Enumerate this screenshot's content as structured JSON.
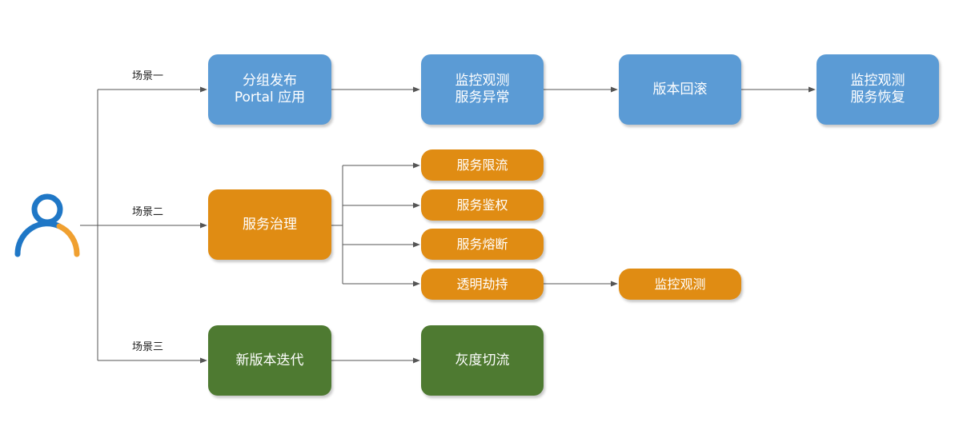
{
  "scenarios": [
    {
      "label": "场景一"
    },
    {
      "label": "场景二"
    },
    {
      "label": "场景三"
    }
  ],
  "nodes": {
    "group_release": {
      "line1": "分组发布",
      "line2": "Portal 应用"
    },
    "monitor_exception": {
      "line1": "监控观测",
      "line2": "服务异常"
    },
    "version_rollback": {
      "line1": "版本回滚"
    },
    "monitor_recovery": {
      "line1": "监控观测",
      "line2": "服务恢复"
    },
    "service_governance": {
      "line1": "服务治理"
    },
    "rate_limit": {
      "line1": "服务限流"
    },
    "auth": {
      "line1": "服务鉴权"
    },
    "circuit_break": {
      "line1": "服务熔断"
    },
    "transparent_hijack": {
      "line1": "透明劫持"
    },
    "monitor": {
      "line1": "监控观测"
    },
    "new_version": {
      "line1": "新版本迭代"
    },
    "gray_switch": {
      "line1": "灰度切流"
    }
  },
  "colors": {
    "blue": "#5b9bd5",
    "orange": "#e08c13",
    "green": "#4e7a31",
    "user_icon_blue": "#1f77c6",
    "user_icon_orange": "#f0a030",
    "connector": "#555555"
  },
  "icons": {
    "user": "user-icon"
  }
}
